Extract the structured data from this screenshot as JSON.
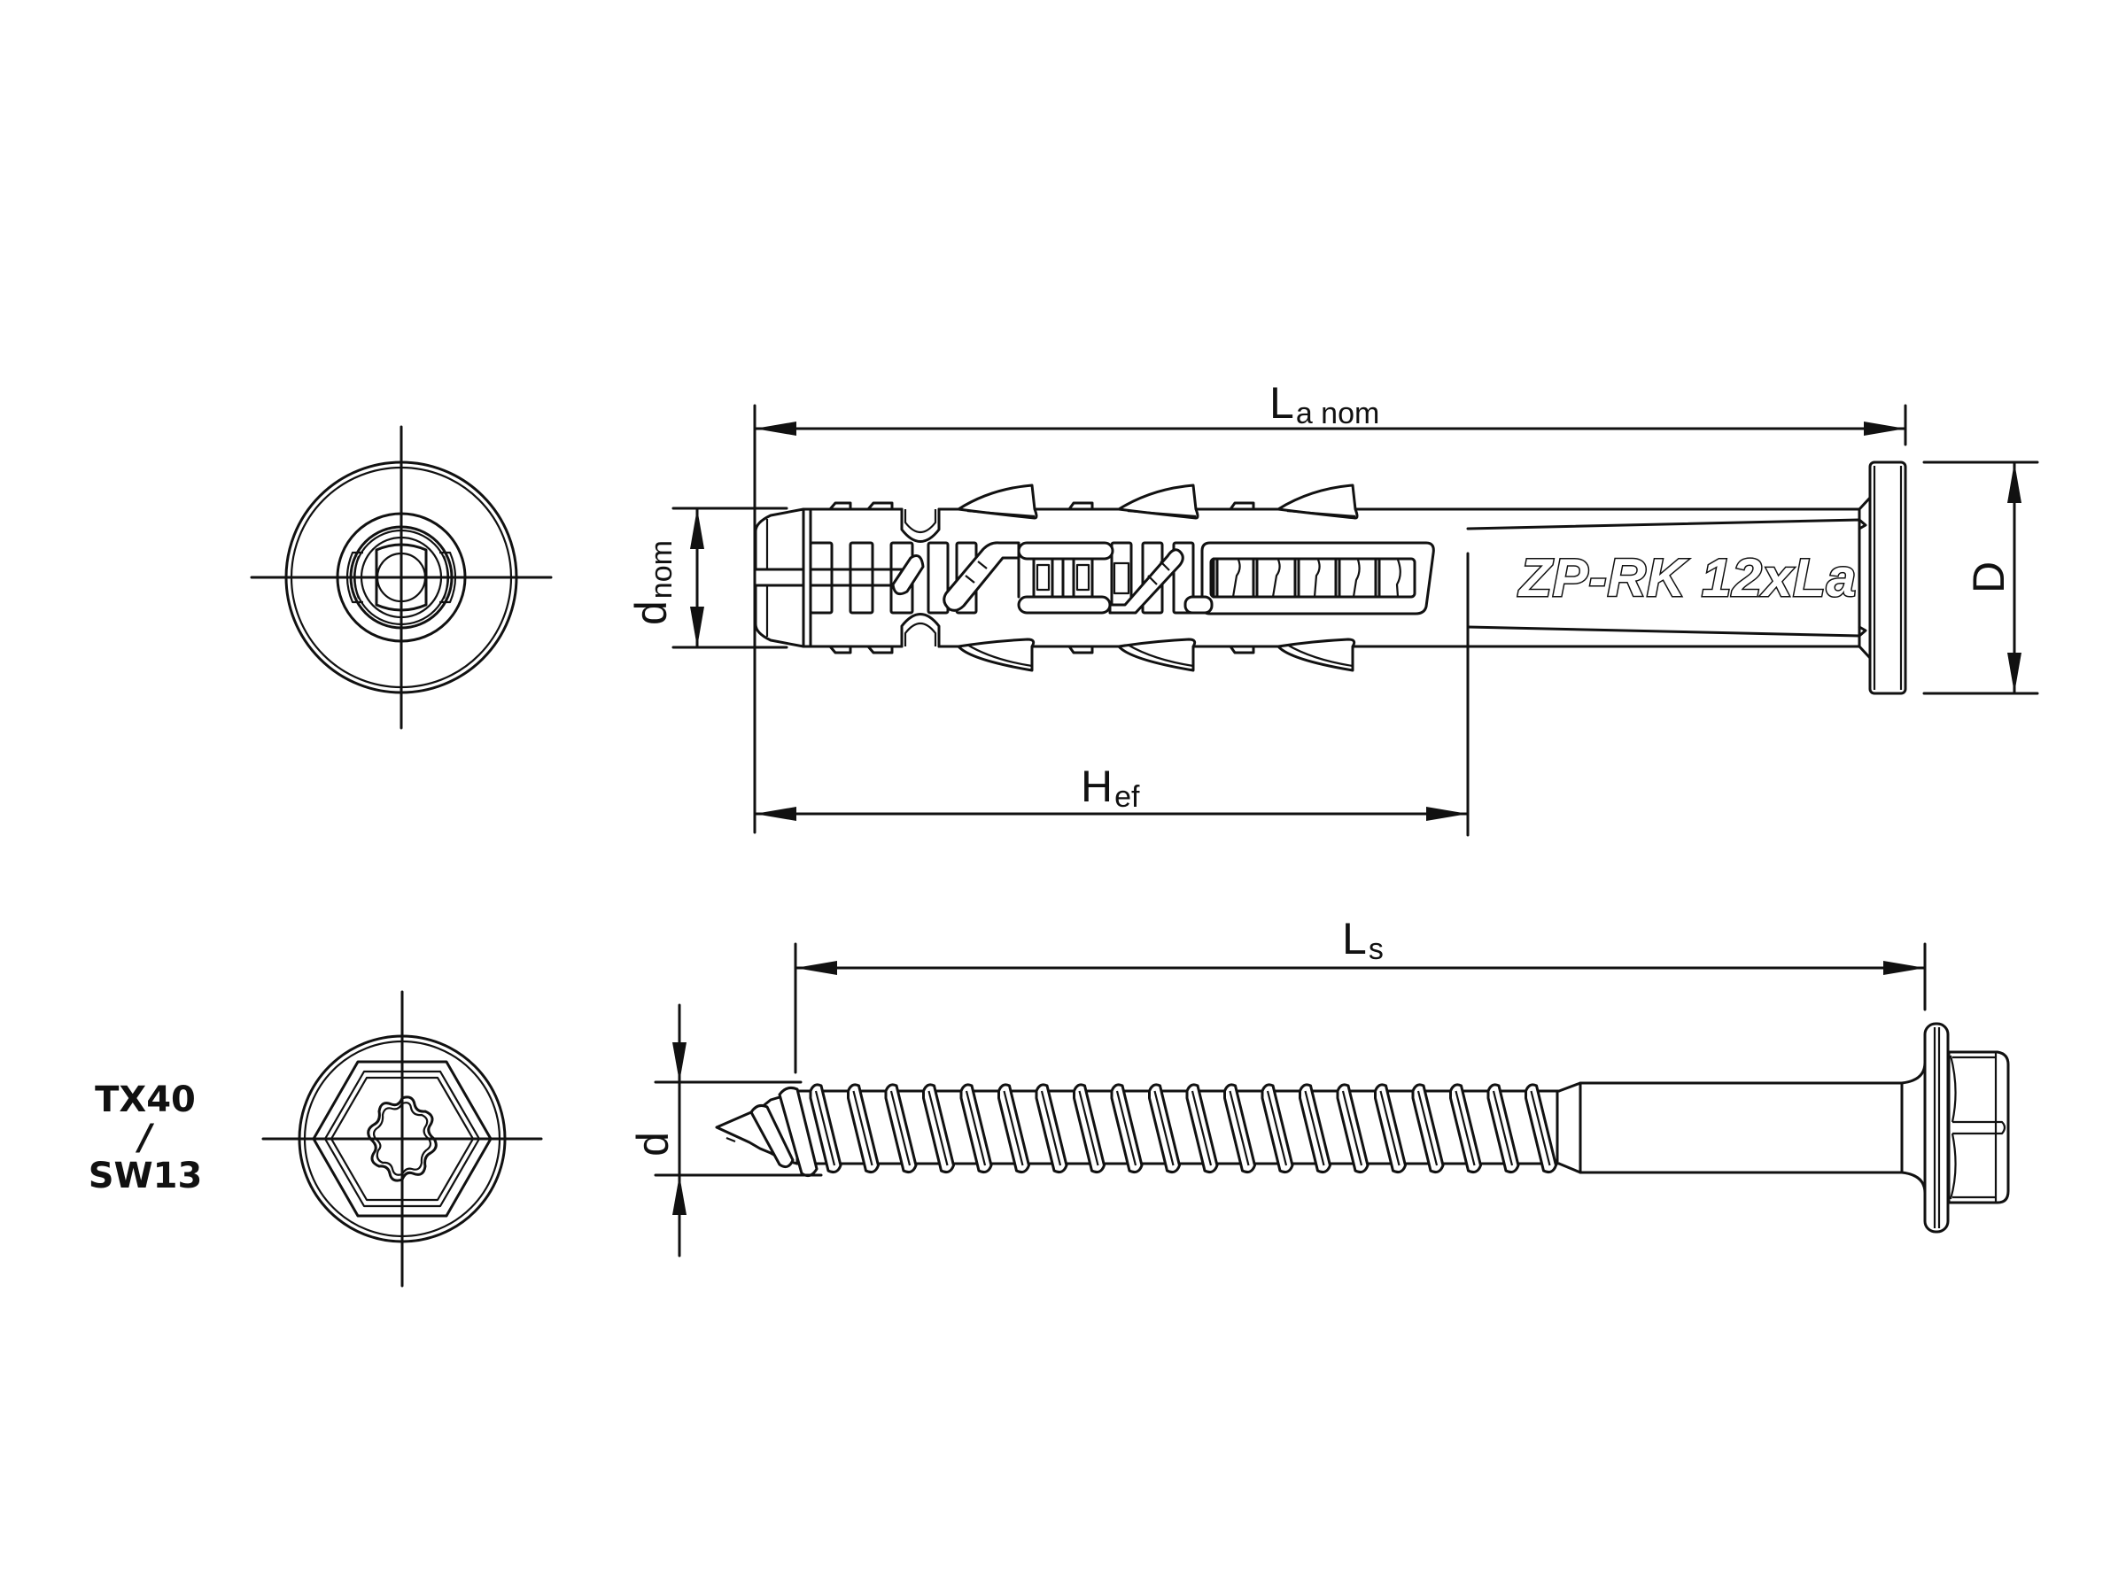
{
  "drawing": {
    "title": "ZP-RK anchor with hex flange screw — dimension drawing",
    "background": "#ffffff",
    "line_color": "#111111"
  },
  "anchor": {
    "imprint": "ZP-RK 12xLa",
    "dimensions": {
      "length_label": {
        "main": "L",
        "sub": "a nom"
      },
      "effective_depth_label": {
        "main": "H",
        "sub": "ef"
      },
      "nominal_diameter_label": {
        "main": "d",
        "sub": "nom"
      },
      "collar_diameter_label": "D"
    }
  },
  "screw": {
    "drive": {
      "line1": "TX40",
      "line2": "/",
      "line3": "SW13"
    },
    "dimensions": {
      "length_label": {
        "main": "L",
        "sub": "s"
      },
      "diameter_label": "d"
    }
  }
}
